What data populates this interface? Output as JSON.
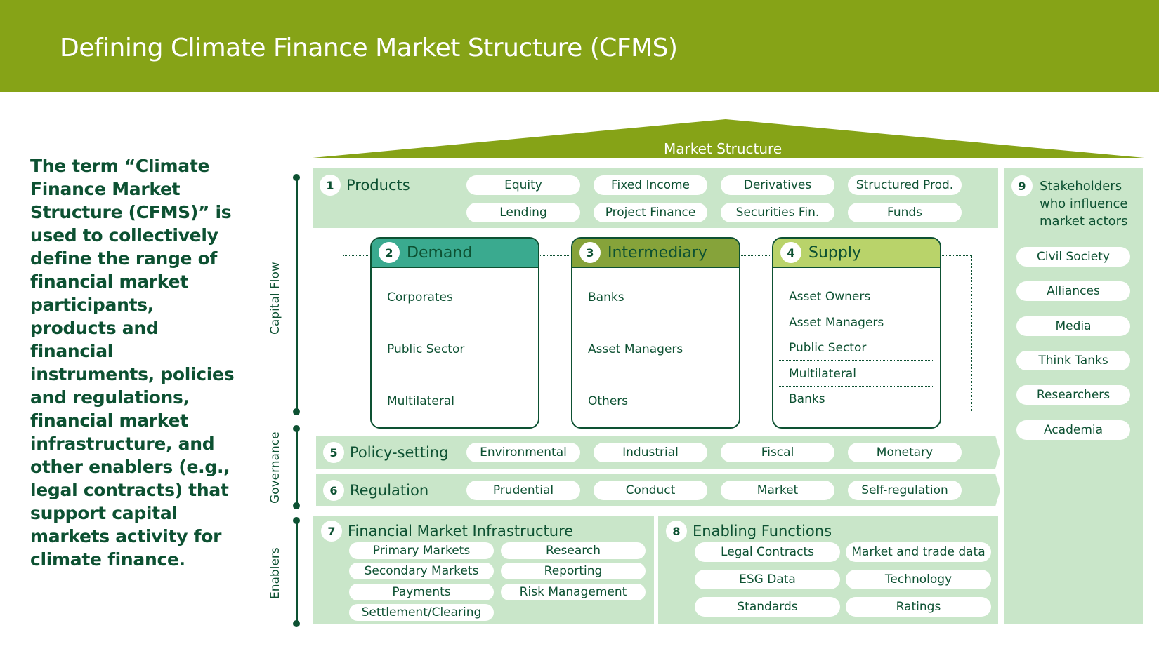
{
  "header": {
    "title": "Defining Climate Finance Market Structure (CFMS)"
  },
  "intro_text": "The term “Climate Finance Market Structure (CFMS)” is used to collectively define the range of financial market participants, products and financial instruments, policies and regulations, financial market infrastructure, and other enablers (e.g., legal contracts) that support capital markets activity for climate finance.",
  "roof_label": "Market Structure",
  "rails": {
    "capital_flow": "Capital Flow",
    "governance": "Governance",
    "enablers": "Enablers"
  },
  "colors": {
    "header": "#86a317",
    "band": "#c9e6c9",
    "text": "#0d5132",
    "demand": "#3aaa8f",
    "intermediary": "#86a33a",
    "supply": "#b9d36a"
  },
  "products": {
    "num": "1",
    "title": "Products",
    "items": [
      "Equity",
      "Fixed Income",
      "Derivatives",
      "Structured Prod.",
      "Lending",
      "Project Finance",
      "Securities Fin.",
      "Funds"
    ]
  },
  "demand": {
    "num": "2",
    "title": "Demand",
    "items": [
      "Corporates",
      "Public Sector",
      "Multilateral"
    ]
  },
  "intermediary": {
    "num": "3",
    "title": "Intermediary",
    "items": [
      "Banks",
      "Asset Managers",
      "Others"
    ]
  },
  "supply": {
    "num": "4",
    "title": "Supply",
    "items": [
      "Asset Owners",
      "Asset Managers",
      "Public Sector",
      "Multilateral",
      "Banks"
    ]
  },
  "policy": {
    "num": "5",
    "title": "Policy-setting",
    "items": [
      "Environmental",
      "Industrial",
      "Fiscal",
      "Monetary"
    ]
  },
  "regulation": {
    "num": "6",
    "title": "Regulation",
    "items": [
      "Prudential",
      "Conduct",
      "Market",
      "Self-regulation"
    ]
  },
  "fmi": {
    "num": "7",
    "title": "Financial Market Infrastructure",
    "items": [
      "Primary Markets",
      "Research",
      "Secondary Markets",
      "Reporting",
      "Payments",
      "Risk Management",
      "Settlement/Clearing"
    ]
  },
  "enabling": {
    "num": "8",
    "title": "Enabling Functions",
    "items": [
      "Legal Contracts",
      "Market and trade data",
      "ESG Data",
      "Technology",
      "Standards",
      "Ratings"
    ]
  },
  "stakeholders": {
    "num": "9",
    "title_lines": [
      "Stakeholders",
      "who influence",
      "market actors"
    ],
    "items": [
      "Civil Society",
      "Alliances",
      "Media",
      "Think Tanks",
      "Researchers",
      "Academia"
    ]
  }
}
